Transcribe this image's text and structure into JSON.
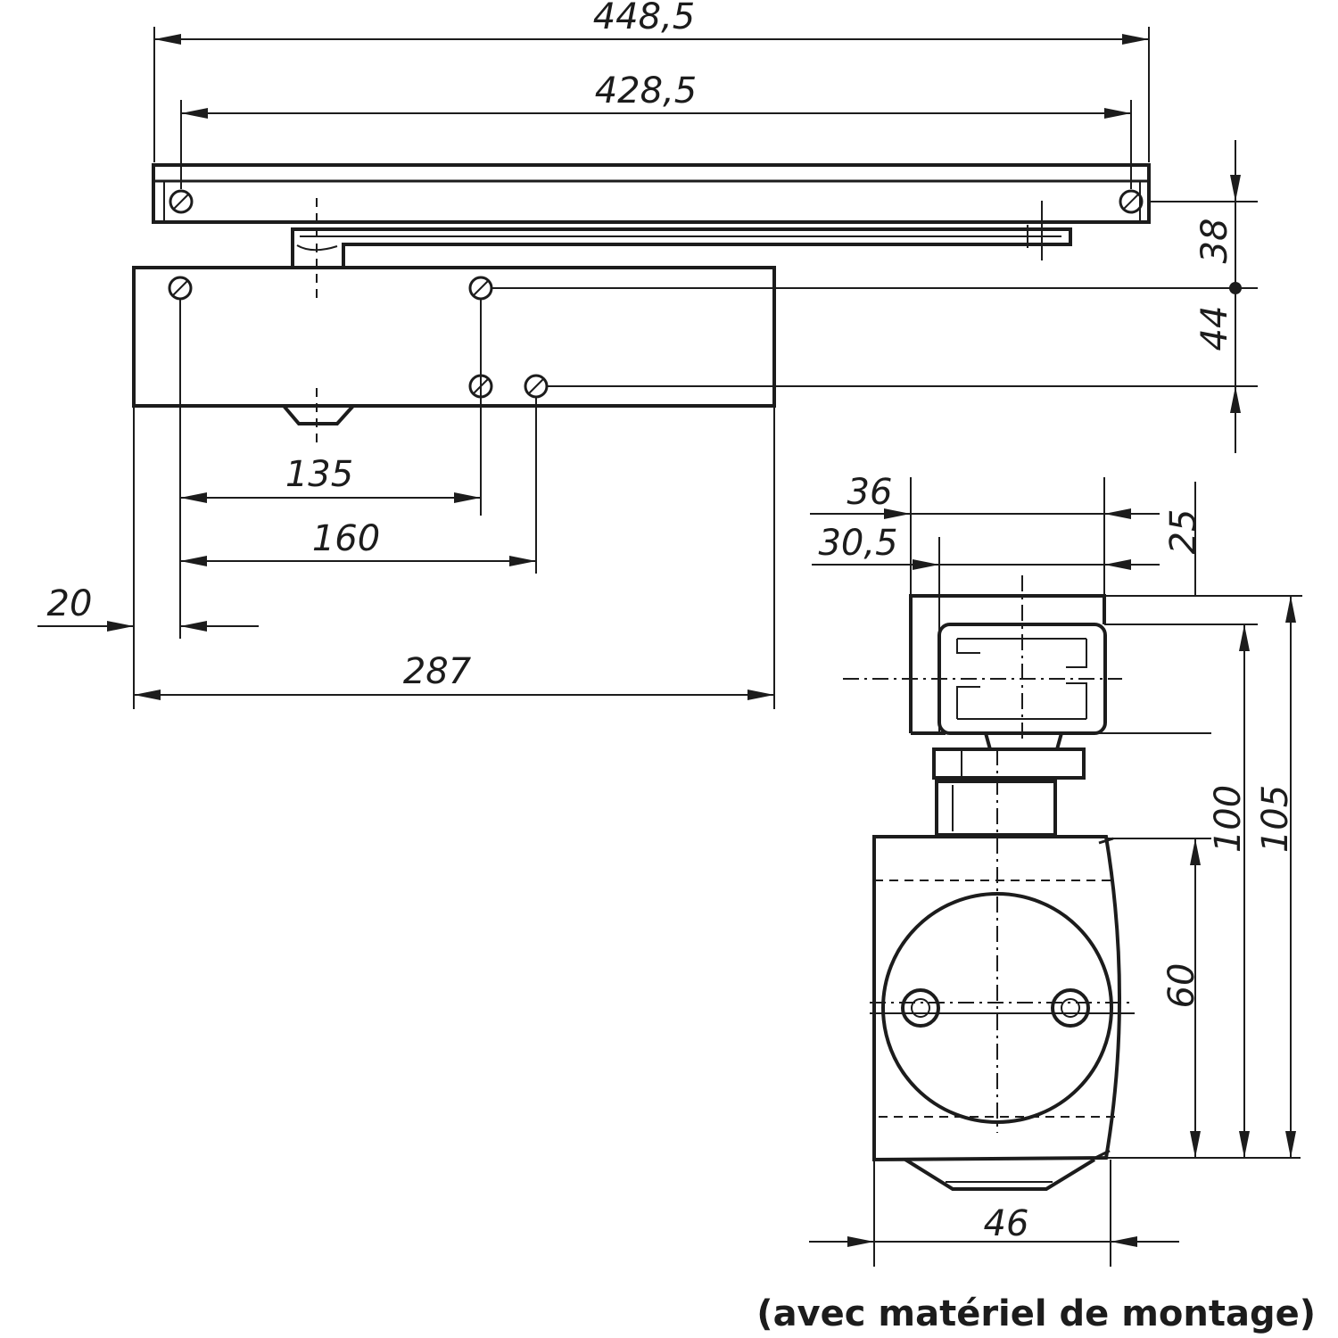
{
  "drawing": {
    "accent_color": "#1c1c1c",
    "background_color": "#ffffff"
  },
  "dimensions": {
    "arm_rail_overall": "448,5",
    "arm_rail_holes": "428,5",
    "rail_to_body_offset": "38",
    "body_hole_spacing_vertical": "44",
    "hole_offset_135": "135",
    "hole_offset_160": "160",
    "edge_offset": "20",
    "body_length": "287",
    "side_width_top": "36",
    "side_width_bracket": "30,5",
    "side_depth_top": "25",
    "side_height_100": "100",
    "side_height_105": "105",
    "side_body_height": "60",
    "side_body_width": "46"
  },
  "caption": "(avec matériel de montage)"
}
